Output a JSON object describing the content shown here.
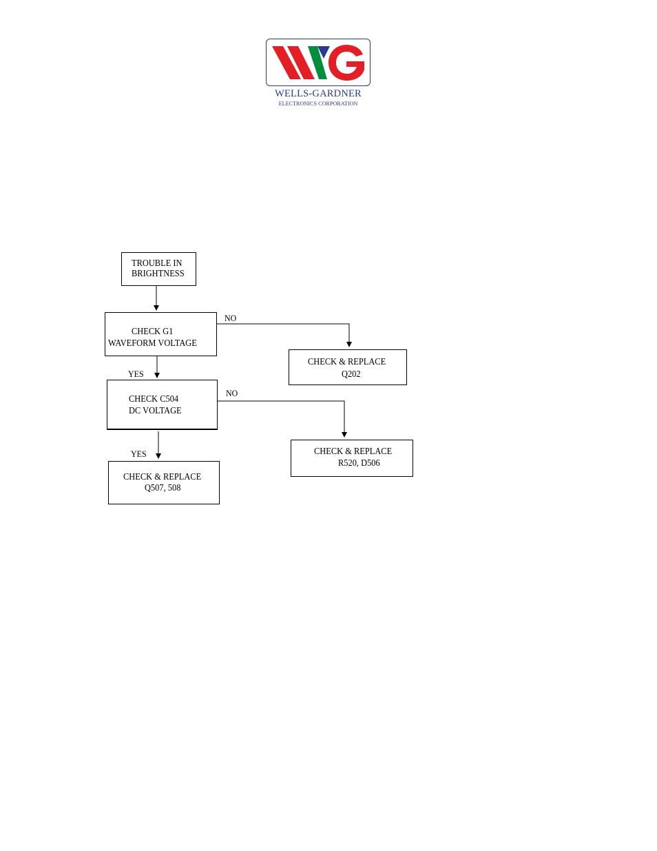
{
  "logo": {
    "monogram": "WG",
    "company_name": "WELLS-GARDNER",
    "company_subtitle": "ELECTRONICS CORPORATION",
    "colors": {
      "red": "#e31e24",
      "green": "#008e3e",
      "blue": "#2a3a8c"
    }
  },
  "flowchart": {
    "nodes": {
      "start": {
        "line1": "TROUBLE IN",
        "line2": "BRIGHTNESS"
      },
      "check_g1": {
        "line1": "CHECK G1",
        "line2": "WAVEFORM VOLTAGE"
      },
      "replace_q202": {
        "line1": "CHECK & REPLACE",
        "line2": "Q202"
      },
      "check_c504": {
        "line1": "CHECK C504",
        "line2": "DC VOLTAGE"
      },
      "replace_r520": {
        "line1": "CHECK & REPLACE",
        "line2": "R520, D506"
      },
      "replace_q507": {
        "line1": "CHECK & REPLACE",
        "line2": "Q507, 508"
      }
    },
    "edges": {
      "g1_no": "NO",
      "g1_yes": "YES",
      "c504_no": "NO",
      "c504_yes": "YES"
    }
  }
}
